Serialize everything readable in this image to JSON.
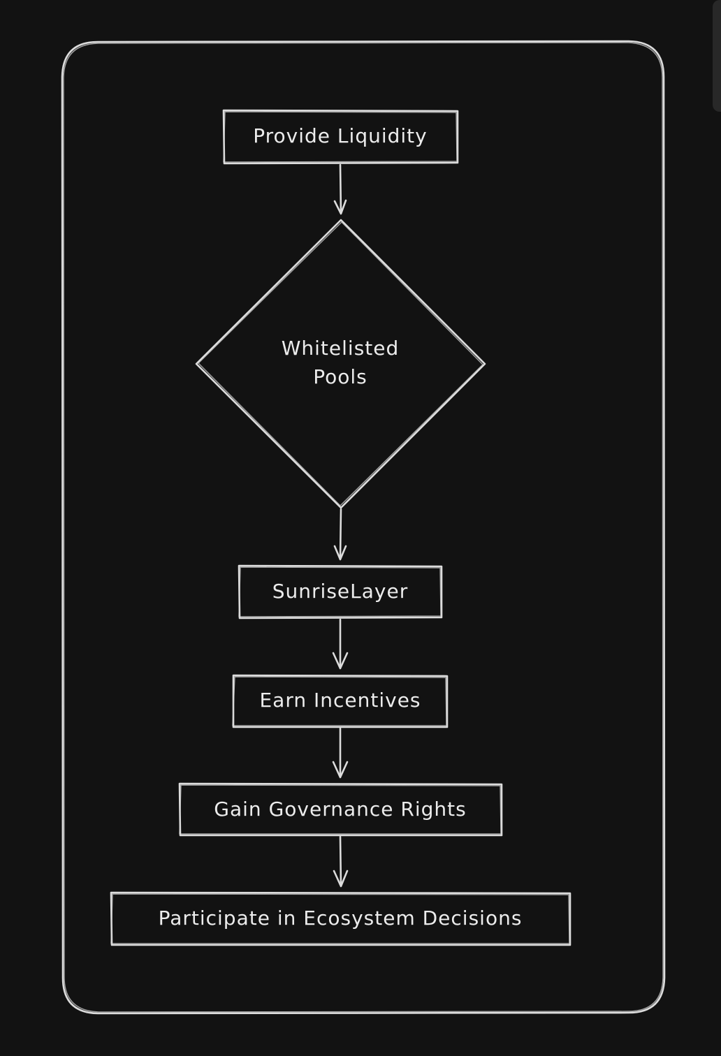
{
  "diagram": {
    "nodes": [
      {
        "id": "provide-liquidity",
        "shape": "rect",
        "label": "Provide Liquidity"
      },
      {
        "id": "whitelisted-pools",
        "shape": "diamond",
        "label_lines": [
          "Whitelisted",
          "Pools"
        ]
      },
      {
        "id": "sunriselayer",
        "shape": "rect",
        "label": "SunriseLayer"
      },
      {
        "id": "earn-incentives",
        "shape": "rect",
        "label": "Earn Incentives"
      },
      {
        "id": "gain-governance-rights",
        "shape": "rect",
        "label": "Gain Governance Rights"
      },
      {
        "id": "participate-ecosystem-decisions",
        "shape": "rect",
        "label": "Participate in Ecosystem Decisions"
      }
    ],
    "edges": [
      {
        "from": "provide-liquidity",
        "to": "whitelisted-pools"
      },
      {
        "from": "whitelisted-pools",
        "to": "sunriselayer"
      },
      {
        "from": "sunriselayer",
        "to": "earn-incentives"
      },
      {
        "from": "earn-incentives",
        "to": "gain-governance-rights"
      },
      {
        "from": "gain-governance-rights",
        "to": "participate-ecosystem-decisions"
      }
    ],
    "colors": {
      "background": "#121212",
      "stroke": "#dcdcdc",
      "text": "#ececec"
    }
  }
}
